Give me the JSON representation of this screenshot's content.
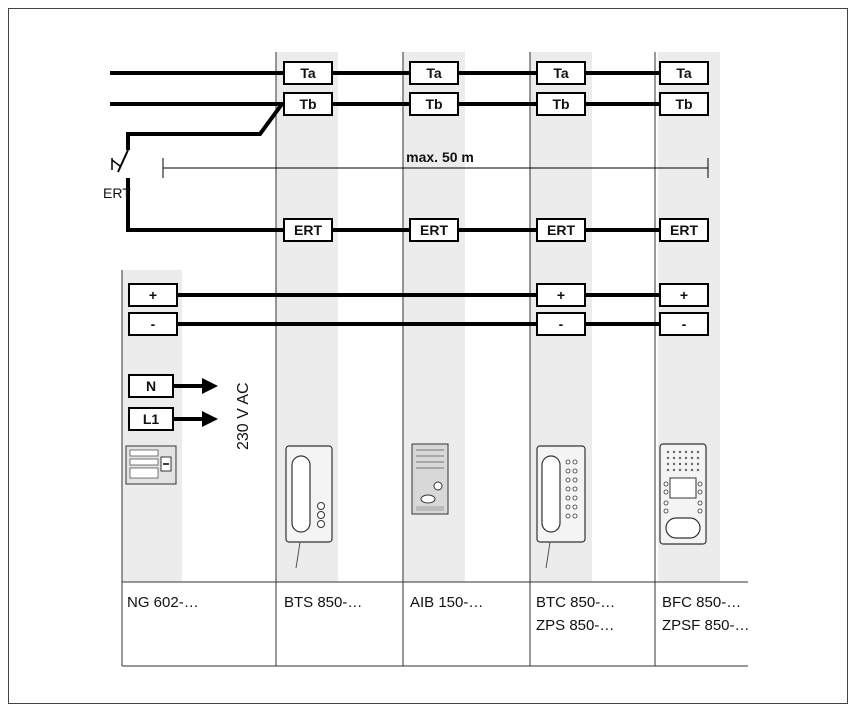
{
  "bus": {
    "ta_label": "Ta",
    "tb_label": "Tb",
    "ert_label": "ERT",
    "plus_label": "+",
    "minus_label": "-"
  },
  "switch": {
    "label": "ERT"
  },
  "distance": {
    "label": "max. 50 m"
  },
  "power": {
    "n_label": "N",
    "l1_label": "L1",
    "voltage_label": "230 V AC"
  },
  "devices": [
    {
      "label_line1": "NG 602-…",
      "label_line2": ""
    },
    {
      "label_line1": "BTS 850-…",
      "label_line2": ""
    },
    {
      "label_line1": "AIB 150-…",
      "label_line2": ""
    },
    {
      "label_line1": "BTC 850-…",
      "label_line2": "ZPS 850-…"
    },
    {
      "label_line1": "BFC 850-…",
      "label_line2": "ZPSF 850-…"
    }
  ]
}
